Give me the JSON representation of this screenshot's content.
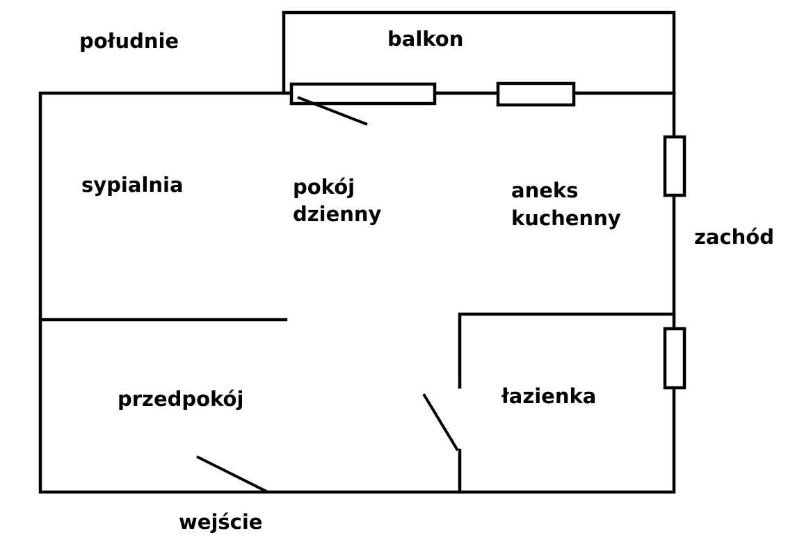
{
  "labels": {
    "south": "południe",
    "balcony": "balkon",
    "bedroom": "sypialnia",
    "living_room_line1": "pokój",
    "living_room_line2": "dzienny",
    "kitchen_line1": "aneks",
    "kitchen_line2": "kuchenny",
    "west": "zachód",
    "hallway": "przedpokój",
    "bathroom": "łazienka",
    "entrance": "wejście"
  }
}
